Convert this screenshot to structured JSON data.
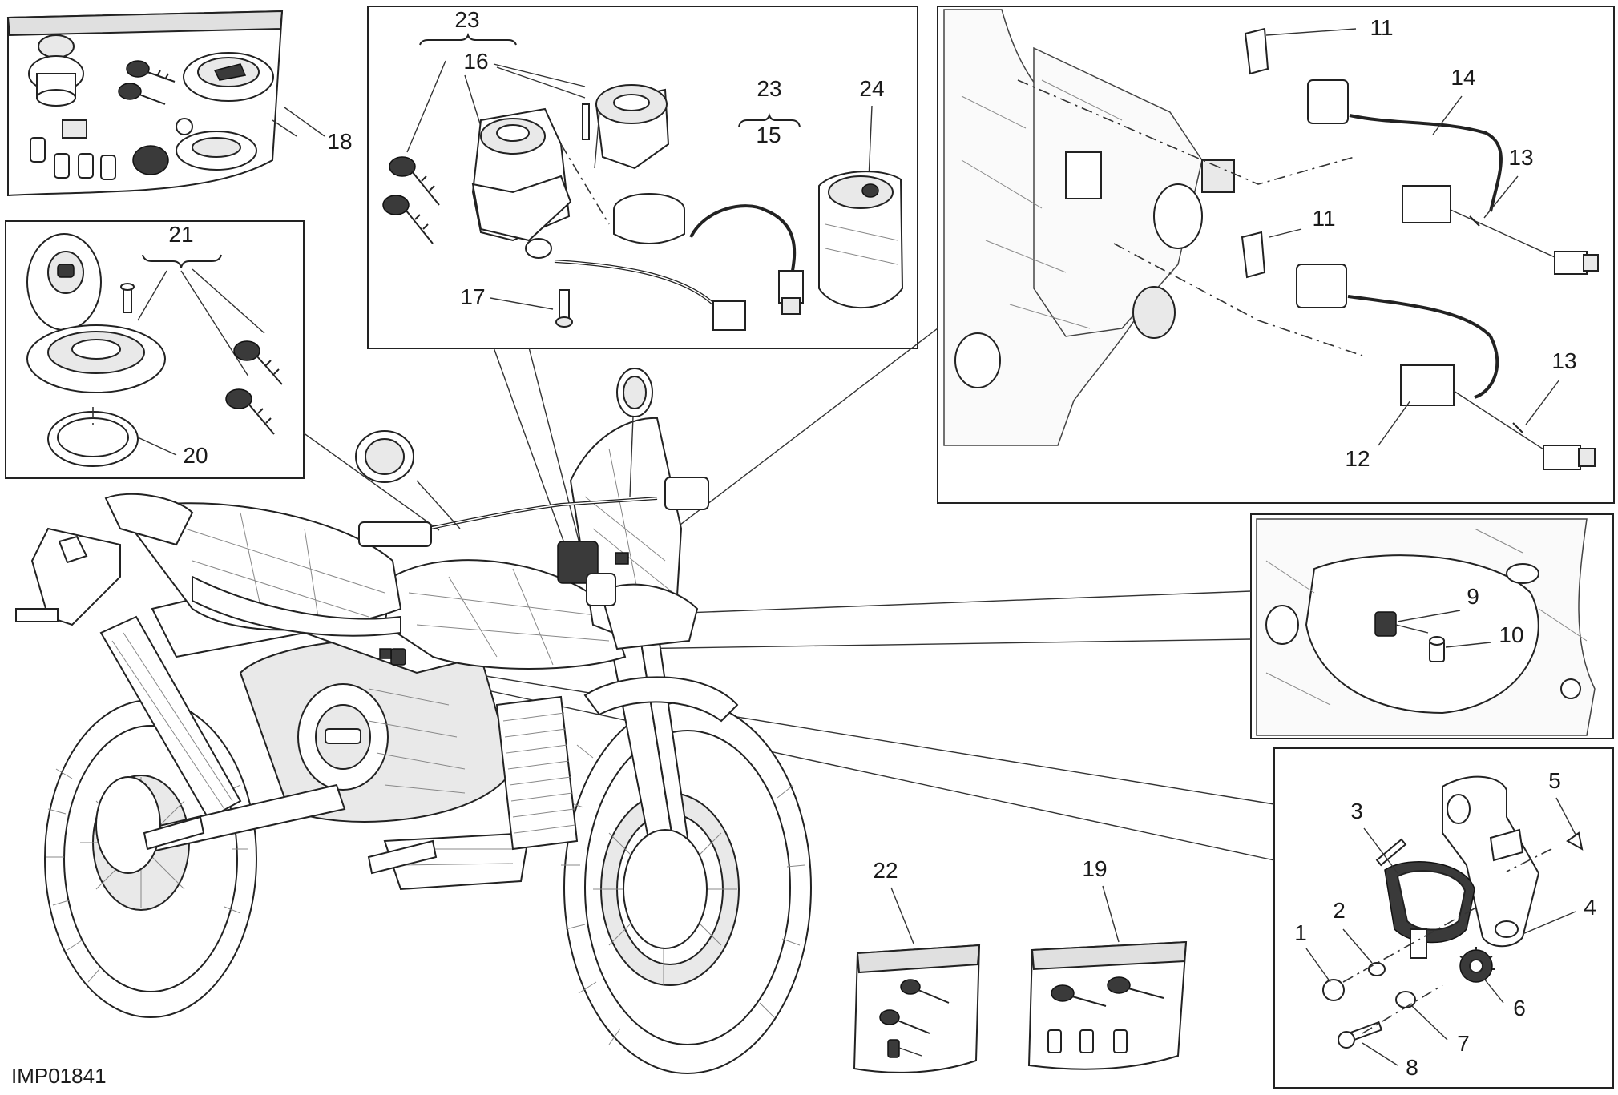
{
  "diagram": {
    "code": "IMP01841",
    "callouts": {
      "c1": "1",
      "c2": "2",
      "c3": "3",
      "c4": "4",
      "c5": "5",
      "c6": "6",
      "c7": "7",
      "c8": "8",
      "c9": "9",
      "c10": "10",
      "c11a": "11",
      "c11b": "11",
      "c12": "12",
      "c13a": "13",
      "c13b": "13",
      "c14": "14",
      "c15": "15",
      "c16": "16",
      "c17": "17",
      "c18": "18",
      "c19": "19",
      "c20": "20",
      "c21": "21",
      "c22": "22",
      "c23a": "23",
      "c23b": "23",
      "c24": "24"
    }
  }
}
